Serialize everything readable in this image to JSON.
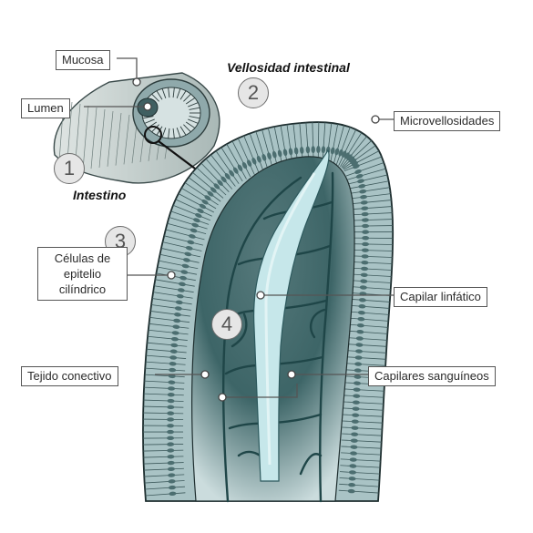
{
  "titles": {
    "villus": "Vellosidad intestinal",
    "intestine": "Intestino"
  },
  "numbers": [
    "1",
    "2",
    "3",
    "4"
  ],
  "labels": {
    "mucosa": "Mucosa",
    "lumen": "Lumen",
    "microvilli": "Microvellosidades",
    "epithelial_cells": "Células de epitelio cilíndrico",
    "lymphatic_capillary": "Capilar linfático",
    "connective_tissue": "Tejido conectivo",
    "blood_capillaries": "Capilares sanguíneos"
  },
  "colors": {
    "epithelium": "#a9c3c5",
    "connective_tissue": "#3d6567",
    "lymphatic": "#c6e7ea",
    "vessels": "#1f4648",
    "outline": "#1e2e2f"
  }
}
